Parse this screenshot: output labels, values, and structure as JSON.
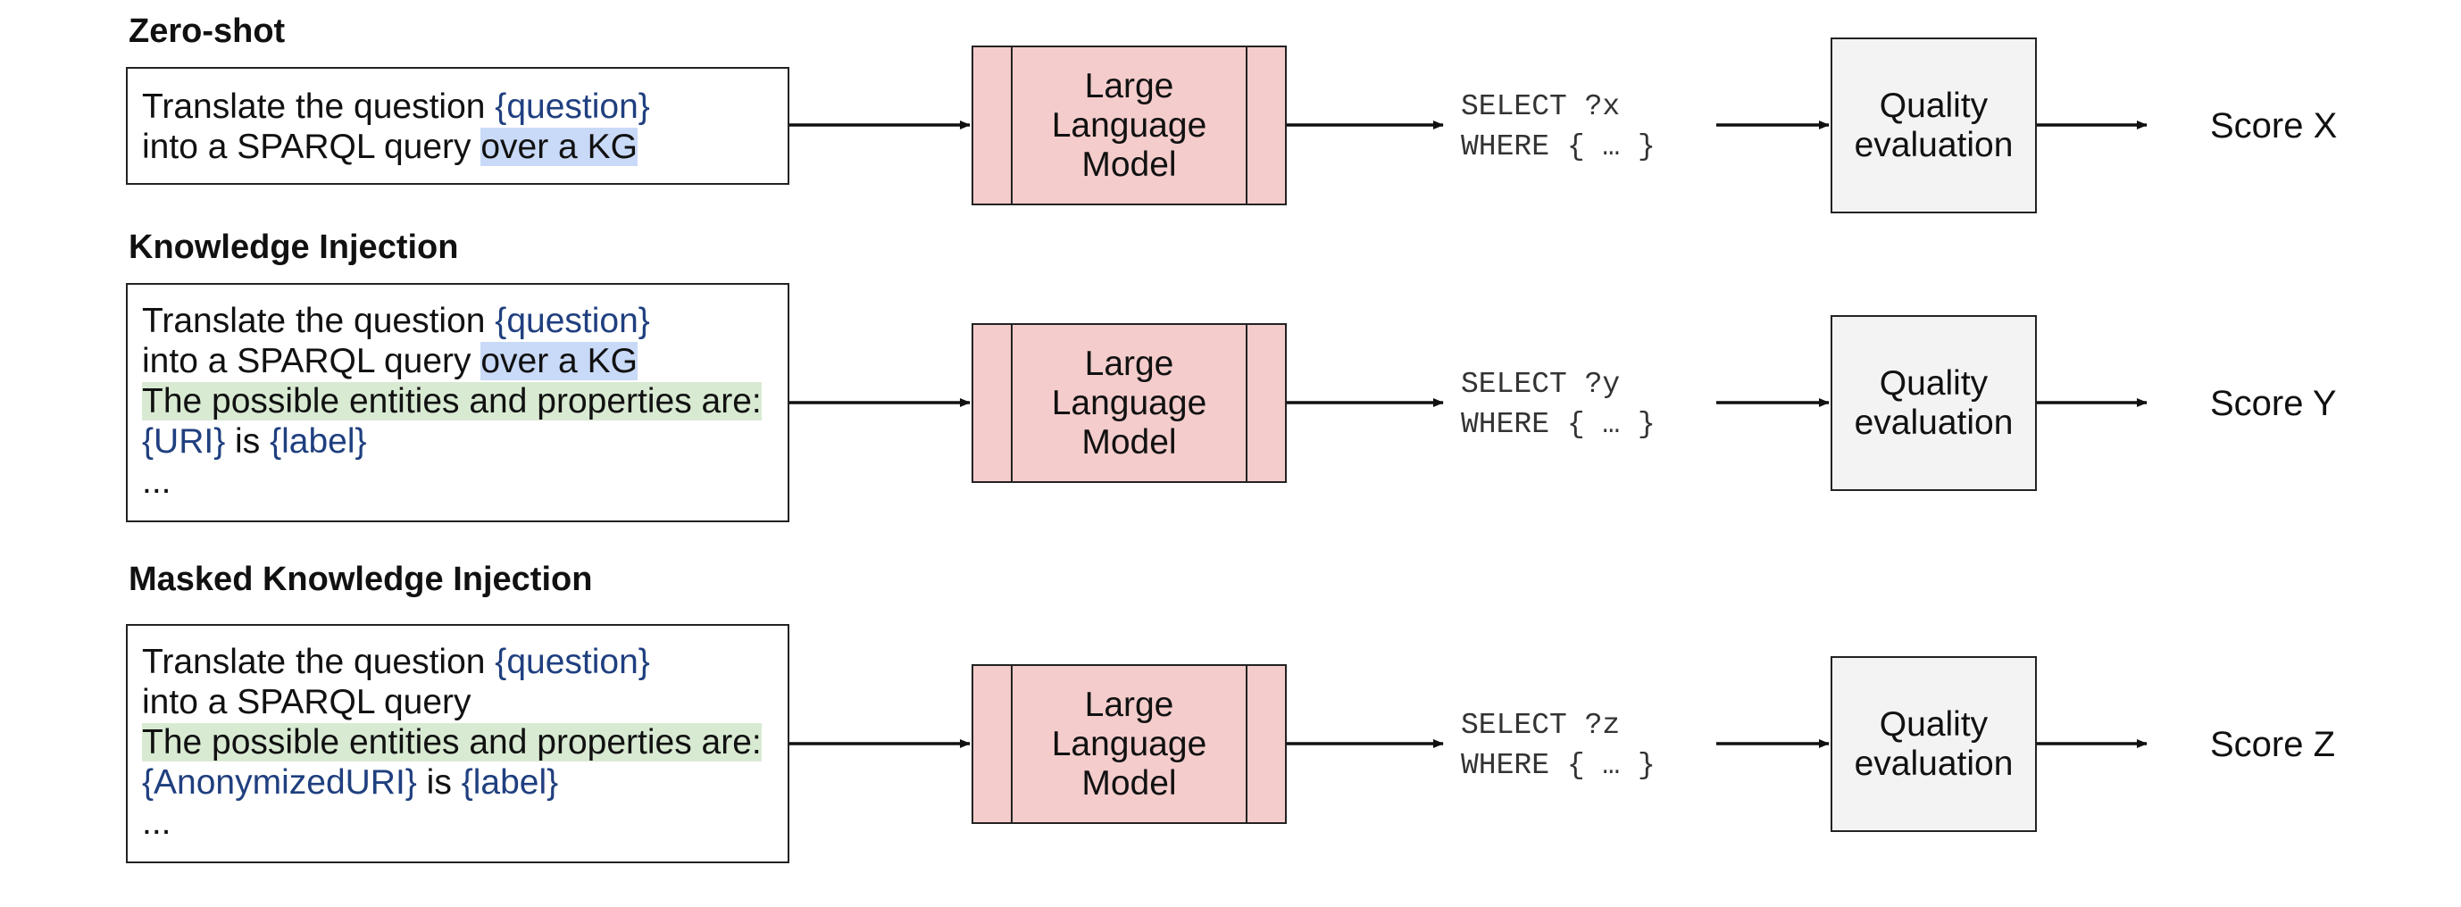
{
  "rows": [
    {
      "heading": "Zero-shot",
      "prompt": {
        "l1": "Translate the question ",
        "l1_ph": "{question}",
        "l2": "into a SPARQL query ",
        "l2_hl": "over a KG"
      },
      "llm": [
        "Large",
        "Language",
        "Model"
      ],
      "sparql": [
        "SELECT ?x",
        "WHERE { … }"
      ],
      "quality": [
        "Quality",
        "evaluation"
      ],
      "score": "Score X"
    },
    {
      "heading": "Knowledge Injection",
      "prompt": {
        "l1": "Translate the question ",
        "l1_ph": "{question}",
        "l2": "into a SPARQL query ",
        "l2_hl": "over a KG",
        "l3_hl": "The possible entities and properties are:",
        "l4_ph1": "{URI}",
        "l4_mid": " is ",
        "l4_ph2": "{label}",
        "l5": "..."
      },
      "llm": [
        "Large",
        "Language",
        "Model"
      ],
      "sparql": [
        "SELECT ?y",
        "WHERE { … }"
      ],
      "quality": [
        "Quality",
        "evaluation"
      ],
      "score": "Score Y"
    },
    {
      "heading": "Masked Knowledge Injection",
      "prompt": {
        "l1": "Translate the question ",
        "l1_ph": "{question}",
        "l2": "into a SPARQL query",
        "l3_hl": "The possible entities and properties are:",
        "l4_ph1": "{AnonymizedURI}",
        "l4_mid": " is ",
        "l4_ph2": "{label}",
        "l5": "..."
      },
      "llm": [
        "Large",
        "Language",
        "Model"
      ],
      "sparql": [
        "SELECT ?z",
        "WHERE { … }"
      ],
      "quality": [
        "Quality",
        "evaluation"
      ],
      "score": "Score Z"
    }
  ]
}
